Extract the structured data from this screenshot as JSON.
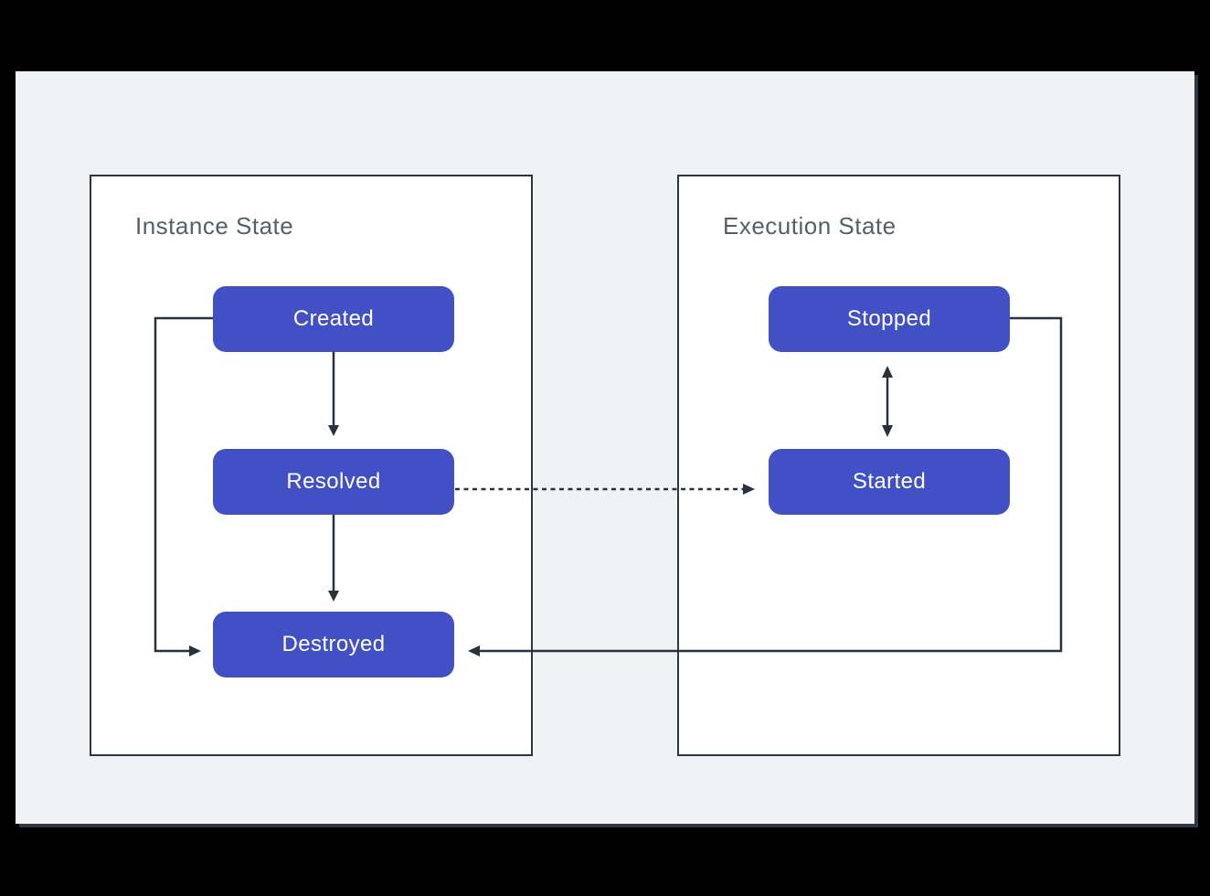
{
  "colors": {
    "canvas-bg": "#000000",
    "panel-bg": "#f0f2f4",
    "panel-edge": "#2e3842",
    "box-bg": "#ffffff",
    "box-border": "#2b3642",
    "node-fill": "#4150c4",
    "node-text": "#ffffff",
    "title-text": "#555f6a",
    "line": "#29323c"
  },
  "panels": {
    "instance": {
      "title": "Instance State"
    },
    "execution": {
      "title": "Execution State"
    }
  },
  "nodes": {
    "created": "Created",
    "resolved": "Resolved",
    "destroyed": "Destroyed",
    "stopped": "Stopped",
    "started": "Started"
  },
  "edges": [
    {
      "from": "Created",
      "to": "Resolved",
      "style": "solid",
      "arrow": "single",
      "route": "straight-down"
    },
    {
      "from": "Resolved",
      "to": "Destroyed",
      "style": "solid",
      "arrow": "single",
      "route": "straight-down"
    },
    {
      "from": "Created",
      "to": "Destroyed",
      "style": "solid",
      "arrow": "single",
      "route": "left-loop"
    },
    {
      "from": "Resolved",
      "to": "Started",
      "style": "dotted",
      "arrow": "single",
      "route": "straight-right"
    },
    {
      "from": "Stopped",
      "to": "Started",
      "style": "solid",
      "arrow": "double",
      "route": "straight-down"
    },
    {
      "from": "Stopped",
      "to": "Destroyed",
      "style": "solid",
      "arrow": "single",
      "route": "right-loop"
    }
  ]
}
